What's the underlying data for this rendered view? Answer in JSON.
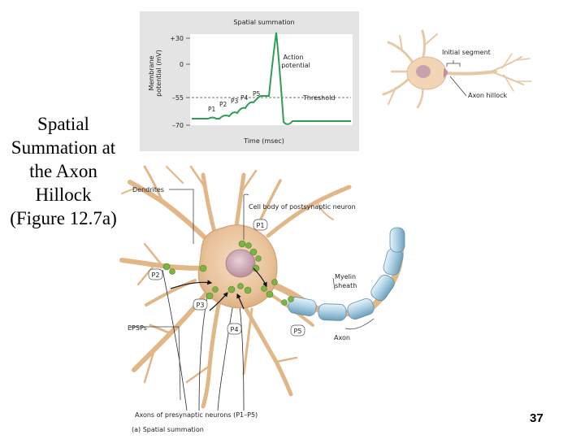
{
  "slide": {
    "title": "Spatial Summation at the Axon Hillock (Figure 12.7a)",
    "page_number": "37"
  },
  "graph": {
    "title": "Spatial summation",
    "ylabel_line1": "Membrane",
    "ylabel_line2": "potential (mV)",
    "xlabel": "Time (msec)",
    "ticks": [
      "+30",
      "0",
      "–55",
      "–70"
    ],
    "action_potential_line1": "Action",
    "action_potential_line2": "potential",
    "threshold": "Threshold",
    "pulses": [
      "P1",
      "P2",
      "P3",
      "P4",
      "P5"
    ]
  },
  "small_neuron": {
    "initial_segment": "Initial segment",
    "axon_hillock": "Axon hillock"
  },
  "neuron": {
    "dendrites": "Dendrites",
    "cell_body": "Cell body of postsynaptic neuron",
    "myelin_line1": "Myelin",
    "myelin_line2": "sheath",
    "axon": "Axon",
    "epsps": "EPSPs",
    "axons_presynaptic": "Axons of presynaptic neurons (P1–P5)",
    "caption": "(a) Spatial summation",
    "p_tags": [
      "P1",
      "P2",
      "P3",
      "P4",
      "P5"
    ]
  },
  "colors": {
    "graph_panel": "#e4e4e4",
    "trace": "#2e9e55",
    "neuron_body": "#e8c6a0",
    "nucleus": "#c9a2ae",
    "synapse": "#7cb342",
    "myelin": "#a9cfe3"
  }
}
